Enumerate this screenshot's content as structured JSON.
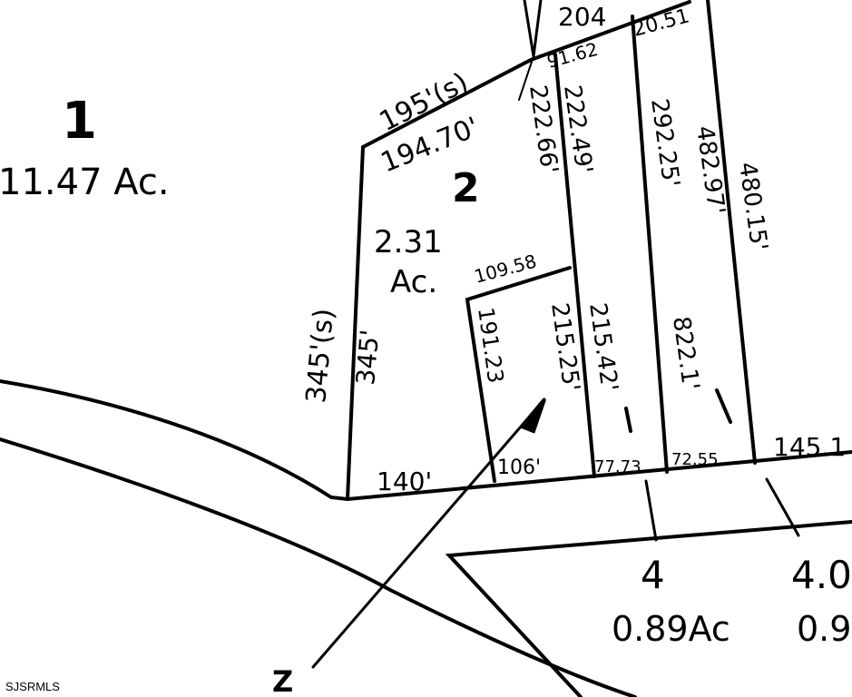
{
  "lots": [
    {
      "number": "1",
      "area": "11.47 Ac."
    },
    {
      "number": "2",
      "area_value": "2.31",
      "area_unit": "Ac."
    },
    {
      "number": "4",
      "area": "0.89Ac"
    },
    {
      "number": "4.0",
      "area": "0.9"
    }
  ],
  "dimensions": {
    "d195": "195'(s)",
    "d194": "194.70'",
    "d345s": "345'(s)",
    "d345": "345'",
    "d140": "140'",
    "d106": "106'",
    "d109": "109.58",
    "d191": "191.23",
    "d204": "204",
    "d91": "91.62",
    "d2051": "20.51",
    "d222a": "222.49'",
    "d222b": "222.66'",
    "d215a": "215.25'",
    "d215b": "215.42'",
    "d292": "292.25'",
    "d482": "482.97'",
    "d480": "480.15'",
    "d822": "822.1'",
    "d77": "77.73",
    "d7255": "72.55",
    "d145": "145.1"
  },
  "north_arrow": "Z",
  "watermark": "SJSRMLS"
}
